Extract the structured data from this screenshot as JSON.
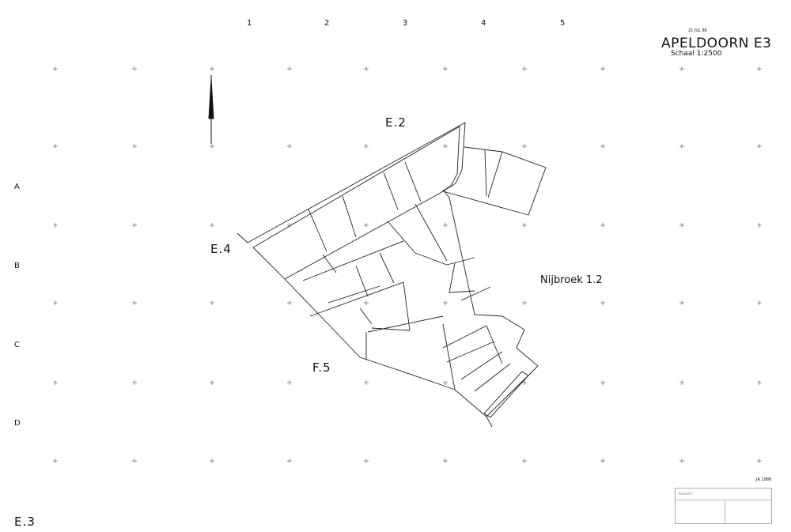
{
  "sheet": {
    "title": "APELDOORN E3",
    "scale": "Schaal 1:2500",
    "date_stamp": "21 JUL 88",
    "corner_label": "E.3",
    "initials": "JR 1988"
  },
  "grid": {
    "columns": [
      "1",
      "2",
      "3",
      "4",
      "5"
    ],
    "rows": [
      "A",
      "B",
      "C",
      "D"
    ]
  },
  "adjacent_sheets": {
    "north": "E.2",
    "west": "E.4",
    "south": "F.5",
    "east": "Nijbroek 1.2"
  },
  "stamp": {
    "text": "Kadaster"
  }
}
